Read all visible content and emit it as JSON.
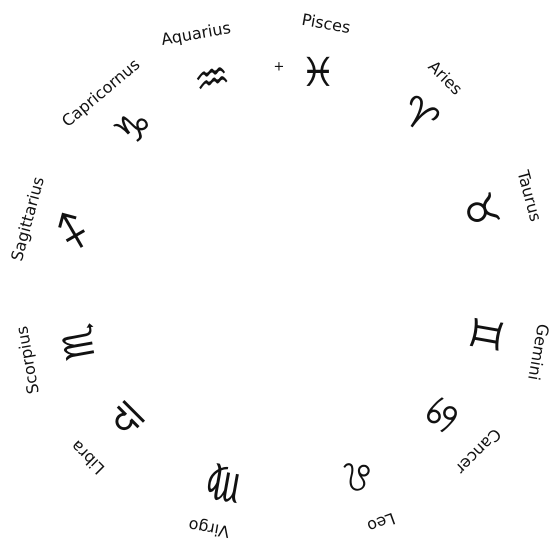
{
  "title": "",
  "marker": "+",
  "signs": [
    {
      "name": "Pisces",
      "symbol": "♓"
    },
    {
      "name": "Aries",
      "symbol": "♈"
    },
    {
      "name": "Taurus",
      "symbol": "♉"
    },
    {
      "name": "Gemini",
      "symbol": "♊"
    },
    {
      "name": "Cancer",
      "symbol": "♋"
    },
    {
      "name": "Leo",
      "symbol": "♌"
    },
    {
      "name": "Virgo",
      "symbol": "♍"
    },
    {
      "name": "Libra",
      "symbol": "♎"
    },
    {
      "name": "Scorpius",
      "symbol": "♏"
    },
    {
      "name": "Sagittarius",
      "symbol": "♐"
    },
    {
      "name": "Capricornus",
      "symbol": "♑"
    },
    {
      "name": "Aquarius",
      "symbol": "♒"
    }
  ]
}
